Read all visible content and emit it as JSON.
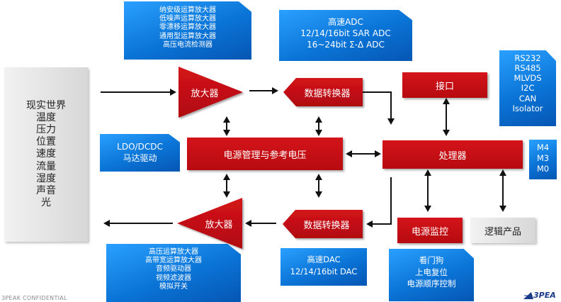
{
  "left_box": {
    "items": [
      "现实世界",
      "温度",
      "压力",
      "位置",
      "速度",
      "流量",
      "湿度",
      "声音",
      "光"
    ]
  },
  "top_amp_features": [
    "纳安级运算放大器",
    "低噪声运算放大器",
    "零漂移运算放大器",
    "通用型运算放大器",
    "高压电流检测器"
  ],
  "adc_features": [
    "高速ADC",
    "12/14/16bit SAR ADC",
    "16~24bit Σ-Δ ADC"
  ],
  "interface_features": [
    "RS232",
    "RS485",
    "MLVDS",
    "I2C",
    "CAN",
    "Isolator"
  ],
  "ldo_features": [
    "LDO/DCDC",
    "马达驱动"
  ],
  "mcu_features": [
    "M4",
    "M3",
    "M0"
  ],
  "bottom_amp_features": [
    "高压运算放大器",
    "高带宽运算放大器",
    "音频驱动器",
    "视频滤波器",
    "模拟开关"
  ],
  "dac_features": [
    "高速DAC",
    "12/14/16bit DAC"
  ],
  "monitor_features": [
    "看门狗",
    "上电复位",
    "电源顺序控制"
  ],
  "blocks": {
    "amp_top": "放大器",
    "adc": "数据转换器",
    "interface": "接口",
    "power": "电源管理与参考电压",
    "processor": "处理器",
    "amp_bottom": "放大器",
    "dac": "数据转换器",
    "power_monitor": "电源监控",
    "logic": "逻辑产品"
  },
  "footer": {
    "confidential": "3PEAK CONFIDENTIAL",
    "logo": "3PEA"
  },
  "colors": {
    "block_red": "#c0101a",
    "feature_blue": "#0a74d6",
    "gray": "#dcdcdc"
  }
}
